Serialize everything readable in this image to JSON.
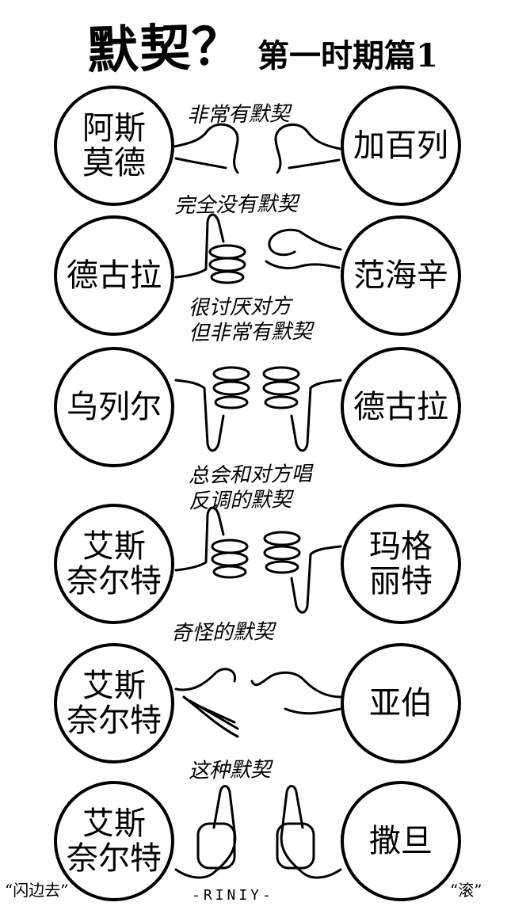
{
  "title": {
    "main": "默契？",
    "sub": "第一时期篇1"
  },
  "rows": [
    {
      "left": "阿斯\n莫德",
      "right": "加百列",
      "caption": "非常有默契"
    },
    {
      "left": "德古拉",
      "right": "范海辛",
      "caption": "完全没有默契"
    },
    {
      "left": "乌列尔",
      "right": "德古拉",
      "caption": "很讨厌对方\n但非常有默契"
    },
    {
      "left": "艾斯\n奈尔特",
      "right": "玛格\n丽特",
      "caption": "总会和对方唱\n反调的默契"
    },
    {
      "left": "艾斯\n奈尔特",
      "right": "亚伯",
      "caption": "奇怪的默契"
    },
    {
      "left": "艾斯\n奈尔特",
      "right": "撒旦",
      "caption": "这种默契"
    }
  ],
  "footer": {
    "left_quote": "“闪边去”",
    "right_quote": "“滚”",
    "signature": "-RINIY-"
  }
}
